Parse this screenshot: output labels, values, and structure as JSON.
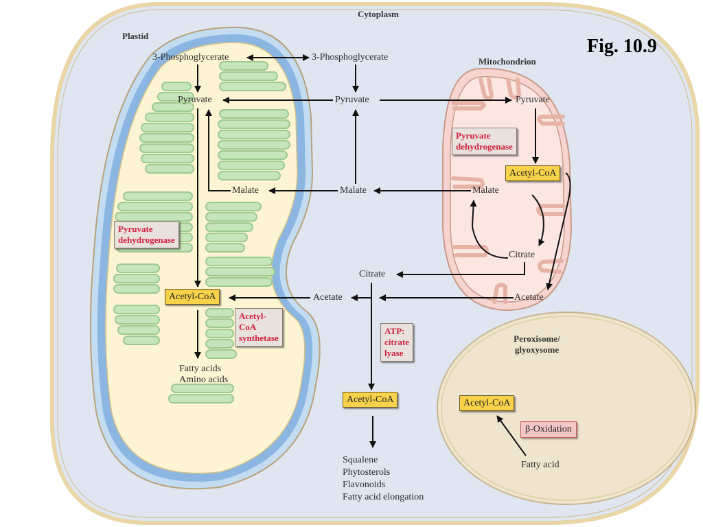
{
  "figure_label": "Fig. 10.9",
  "compartments": {
    "cytoplasm": "Cytoplasm",
    "plastid": "Plastid",
    "mitochondrion": "Mitochondrion",
    "peroxisome": "Peroxisome/\nglyoxysome"
  },
  "metabolites": {
    "pga_plastid": "3-Phosphoglycerate",
    "pga_cyto": "3-Phosphoglycerate",
    "pyruvate_plastid": "Pyruvate",
    "pyruvate_cyto": "Pyruvate",
    "pyruvate_mito": "Pyruvate",
    "malate_plastid": "Malate",
    "malate_cyto": "Malate",
    "malate_mito": "Malate",
    "citrate_mito": "Citrate",
    "citrate_cyto": "Citrate",
    "acetate_cyto": "Acetate",
    "acetate_mito": "Acetate",
    "acetylcoa_plastid": "Acetyl-CoA",
    "acetylcoa_mito": "Acetyl-CoA",
    "acetylcoa_cyto": "Acetyl-CoA",
    "acetylcoa_perox": "Acetyl-CoA",
    "fatty_products": "Fatty acids\nAmino acids",
    "cyto_products": "Squalene\nPhytosterols\nFlavonoids\nFatty acid elongation",
    "fatty_acid": "Fatty acid"
  },
  "enzymes": {
    "pdh_plastid": "Pyruvate\ndehydrogenase",
    "pdh_mito": "Pyruvate\ndehydrogenase",
    "acs": "Acetyl-\nCoA\nsynthetase",
    "acl": "ATP:\ncitrate\nlyase",
    "beta_ox": "β-Oxidation"
  },
  "colors": {
    "cell_fill": "#dfe6f2",
    "cell_border": "#e9d5a6",
    "plastid_fill": "#fcf4d2",
    "plastid_membrane": "#8bb6e2",
    "thylakoid": "#bfe0b2",
    "mito_fill": "#f7d4cf",
    "mito_inner": "#fbe6e2",
    "perox_fill": "#efe5cf",
    "acetylcoa_box": "#f7d24a",
    "enzyme_text": "#d0213e",
    "enzyme_box": "#e9e1dc",
    "beta_ox_box": "#f5c6c6"
  }
}
